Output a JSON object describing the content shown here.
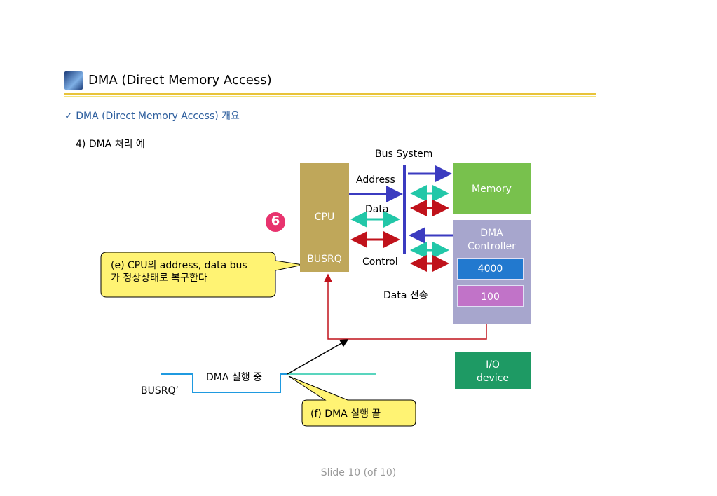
{
  "header": {
    "title": "DMA (Direct  Memory  Access)",
    "subtitle_check": "✓",
    "subtitle": "DMA (Direct  Memory  Access) 개요",
    "step": "4) DMA 처리 예"
  },
  "diagram": {
    "bus_system": "Bus System",
    "address": "Address",
    "data": "Data",
    "control": "Control",
    "cpu": "CPU",
    "busrq": "BUSRQ",
    "memory": "Memory",
    "dma_controller_1": "DMA",
    "dma_controller_2": "Controller",
    "reg_1": "4000",
    "reg_2": "100",
    "data_transfer": "Data 전송",
    "io_1": "I/O",
    "io_2": "device",
    "step_number": "6",
    "callout_e_1": "(e) CPU의 address, data bus",
    "callout_e_2": "가 정상상태로 복구한다",
    "callout_f": "(f) DMA 실행 끝",
    "dma_running": "DMA 실행 중",
    "busrq_prime": "BUSRQ’"
  },
  "footer": {
    "slide": "Slide  10 (of  10)"
  },
  "colors": {
    "cpu": "#bfa75a",
    "memory": "#78c14d",
    "dma": "#a7a6cd",
    "reg1": "#2279cf",
    "reg2": "#c173c8",
    "io": "#1e9a64",
    "bus": "#3b3bc0",
    "teal": "#22c7a8",
    "red": "#c0121b",
    "callout": "#fff373"
  }
}
